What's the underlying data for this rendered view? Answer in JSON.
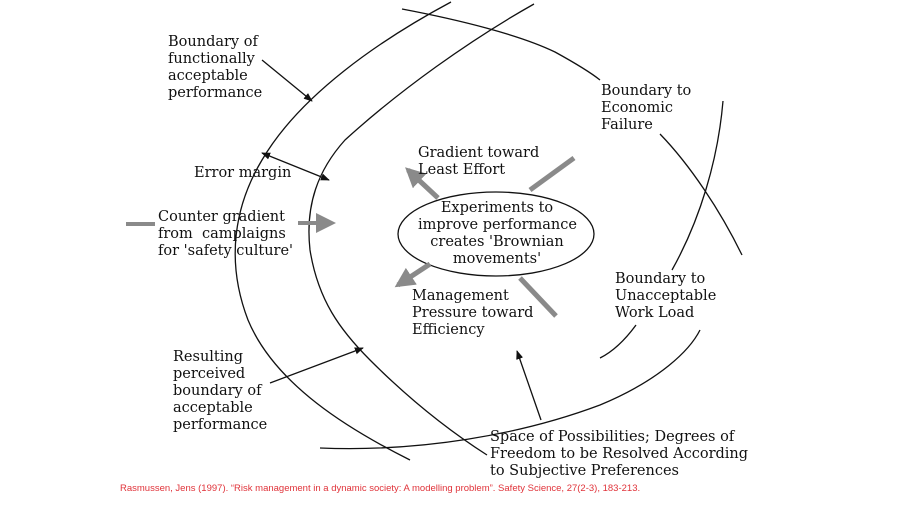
{
  "figure": {
    "labels": {
      "boundary_functional": "Boundary of\nfunctionally\nacceptable\nperformance",
      "error_margin": "Error margin",
      "counter_gradient": "Counter gradient\nfrom  camplaigns\nfor 'safety culture'",
      "gradient_least_effort": "Gradient toward\nLeast Effort",
      "experiments": "Experiments to\nimprove performance\ncreates 'Brownian\nmovements'",
      "management_pressure": "Management\nPressure toward\nEfficiency",
      "boundary_economic": "Boundary to\nEconomic\nFailure",
      "boundary_workload": "Boundary to\nUnacceptable\nWork Load",
      "resulting_boundary": "Resulting\nperceived\nboundary of\nacceptable\nperformance",
      "space_of_possibilities": "Space of Possibilities; Degrees of\nFreedom to be Resolved According\nto Subjective Preferences"
    },
    "colors": {
      "line": "#111111",
      "gradient_arrow": "#8a8a8a",
      "citation": "#e0333a"
    }
  },
  "citation": "Rasmussen, Jens (1997). “Risk management in a dynamic society: A modelling problem”. Safety Science, 27(2-3), 183-213."
}
